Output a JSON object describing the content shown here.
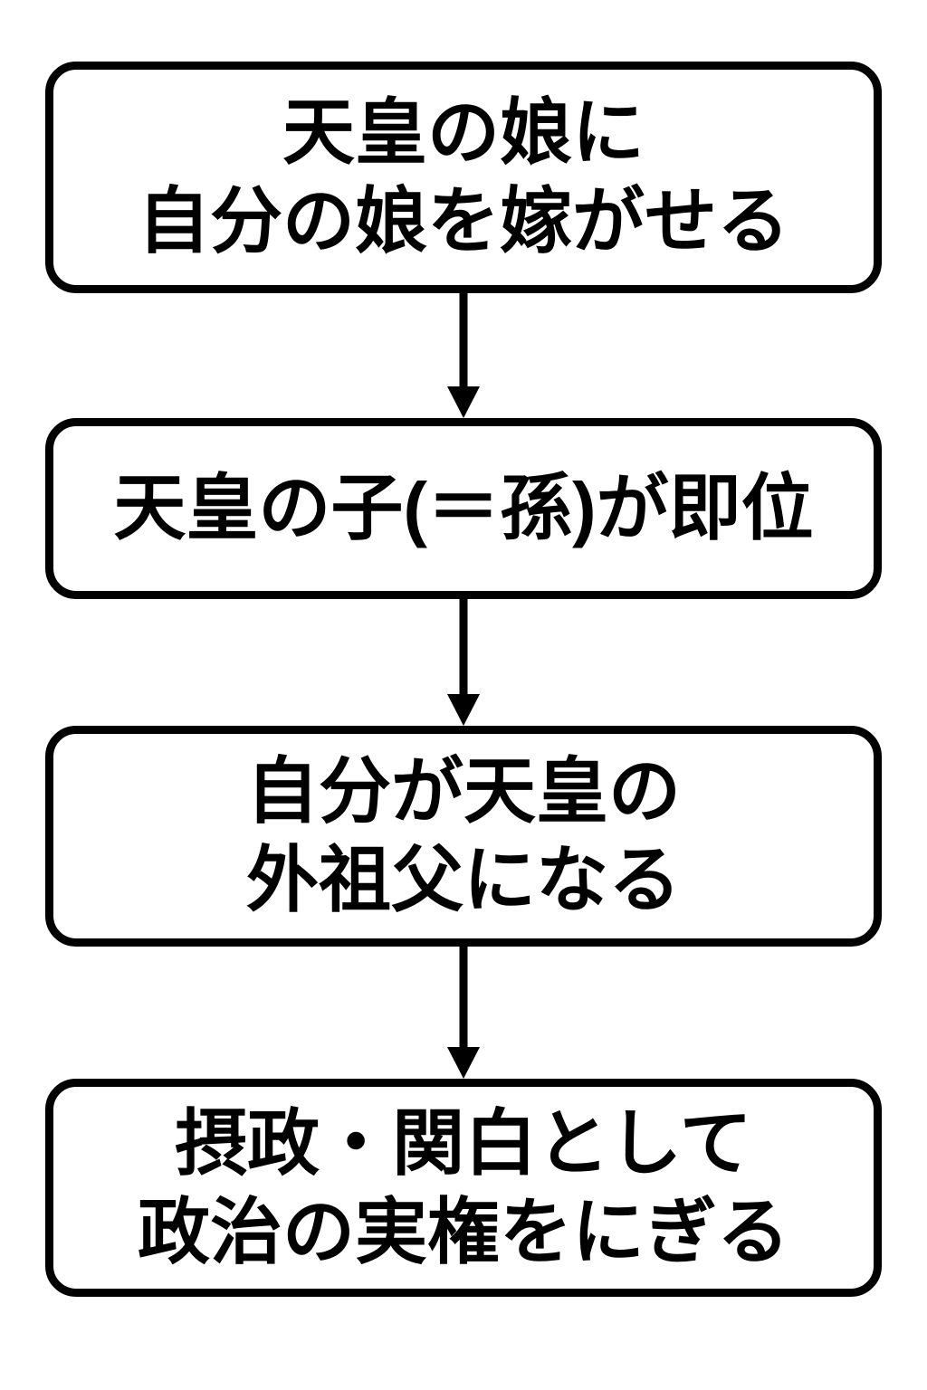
{
  "page": {
    "background_color": "#ffffff",
    "line_color": "#000000"
  },
  "chart_data": {
    "type": "flowchart",
    "direction": "top-to-bottom",
    "steps": [
      "天皇の娘に 自分の娘を嫁がせる",
      "天皇の子(＝孫)が即位",
      "自分が天皇の 外祖父になる",
      "摂政・関白として 政治の実権をにぎる"
    ]
  },
  "flow": {
    "boxes": [
      {
        "lines": {
          "0": "天皇の娘に",
          "1": "自分の娘を嫁がせる"
        }
      },
      {
        "lines": {
          "0": "天皇の子(＝孫)が即位",
          "1": ""
        }
      },
      {
        "lines": {
          "0": "自分が天皇の",
          "1": "外祖父になる"
        }
      },
      {
        "lines": {
          "0": "摂政・関白として",
          "1": "政治の実権をにぎる"
        }
      }
    ],
    "arrows": [
      {
        "name": "arrow-step1-to-step2"
      },
      {
        "name": "arrow-step2-to-step3"
      },
      {
        "name": "arrow-step3-to-step4"
      }
    ]
  }
}
